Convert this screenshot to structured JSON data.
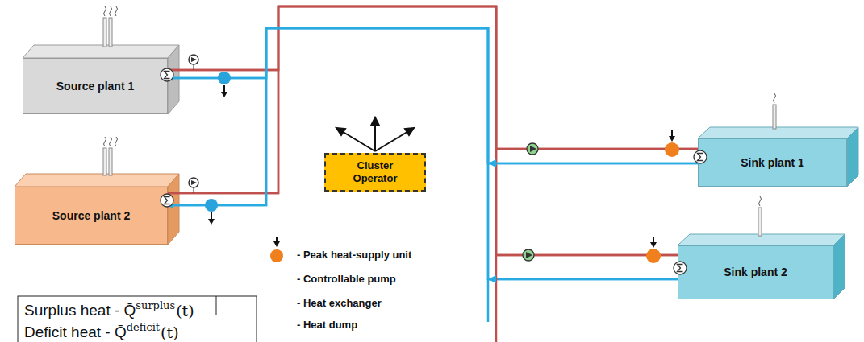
{
  "diagram": {
    "nodes": [
      {
        "text": [
          "Source plant 1"
        ]
      },
      {
        "text": [
          "Source plant 2"
        ]
      },
      {
        "text": [
          "Cluster Operator"
        ]
      },
      {
        "text": [
          "Sink plant 1"
        ]
      },
      {
        "text": [
          "Sink plant 2"
        ]
      }
    ],
    "edges": [
      {
        "from": 0,
        "to": 3,
        "arrow": "none"
      },
      {
        "from": 0,
        "to": 4,
        "arrow": "none"
      },
      {
        "from": 1,
        "to": 3,
        "arrow": "none"
      },
      {
        "from": 1,
        "to": 4,
        "arrow": "none"
      },
      {
        "from": 3,
        "to": 0,
        "arrow": "to"
      },
      {
        "from": 3,
        "to": 1,
        "arrow": "to"
      },
      {
        "from": 4,
        "to": 0,
        "arrow": "to"
      },
      {
        "from": 4,
        "to": 1,
        "arrow": "to"
      }
    ],
    "labels": [
      "Surplus heat - Q̄",
      "surplus",
      "(t)",
      "Deficit heat - Q̄",
      "deficit",
      "(t)"
    ],
    "legend": [
      {
        "text": "- Peak heat-supply unit"
      },
      {
        "text": "- Controllable pump"
      },
      {
        "text": "- Heat exchanger"
      },
      {
        "text": "- Heat dump"
      }
    ]
  }
}
